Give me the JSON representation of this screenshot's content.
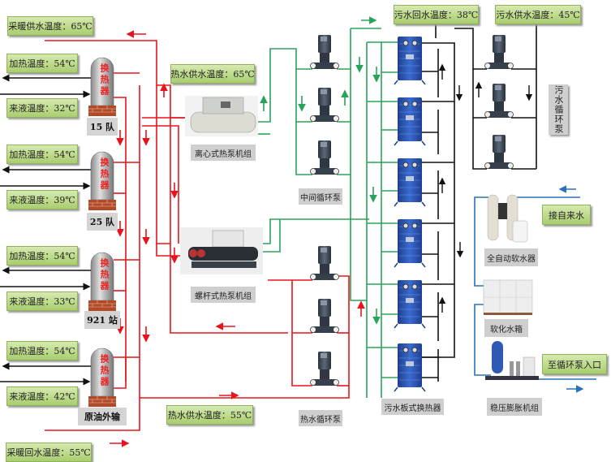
{
  "title": "污水源热泵采暖工艺流程图",
  "colors": {
    "hot_loop": "#e8141c",
    "intermediate_loop": "#2aa35a",
    "sewage_loop": "#111111",
    "makeup_water": "#2a72b8",
    "label_box": "#b9d98a",
    "caption_box": "#cfcfcf"
  },
  "temperature_labels": {
    "heating_supply": "采暖供水温度：65℃",
    "heating_return": "采暖回水温度：55℃",
    "hot_water_supply_65": "热水供水温度：65℃",
    "hot_water_supply_55": "热水供水温度：55℃",
    "sewage_return": "污水回水温度：38℃",
    "sewage_supply": "污水供水温度：45℃"
  },
  "stations": [
    {
      "name": "15 队",
      "heating_temp": "加热温度：54℃",
      "incoming_temp": "来液温度：32℃",
      "exchanger_text": "换热器"
    },
    {
      "name": "25 队",
      "heating_temp": "加热温度：54℃",
      "incoming_temp": "来液温度：39℃",
      "exchanger_text": "换热器"
    },
    {
      "name": "921 站",
      "heating_temp": "加热温度：54℃",
      "incoming_temp": "来液温度：33℃",
      "exchanger_text": "换热器"
    },
    {
      "name": "原油外输",
      "heating_temp": "加热温度：54℃",
      "incoming_temp": "来液温度：42℃",
      "exchanger_text": "换热器"
    }
  ],
  "equipment_labels": {
    "centrifugal_heat_pump": "离心式热泵机组",
    "screw_heat_pump": "螺杆式热泵机组",
    "intermediate_pump": "中间循环泵",
    "hot_water_pump": "热水循环泵",
    "sewage_plate_exchanger": "污水板式换热器",
    "sewage_pump": "污水循环泵",
    "water_softener": "全自动软水器",
    "soft_water_tank": "软化水箱",
    "pressure_expansion_unit": "稳压膨胀机组"
  },
  "water_labels": {
    "tap_water_inlet": "接自来水",
    "to_pump_inlet": "至循环泵入口"
  }
}
